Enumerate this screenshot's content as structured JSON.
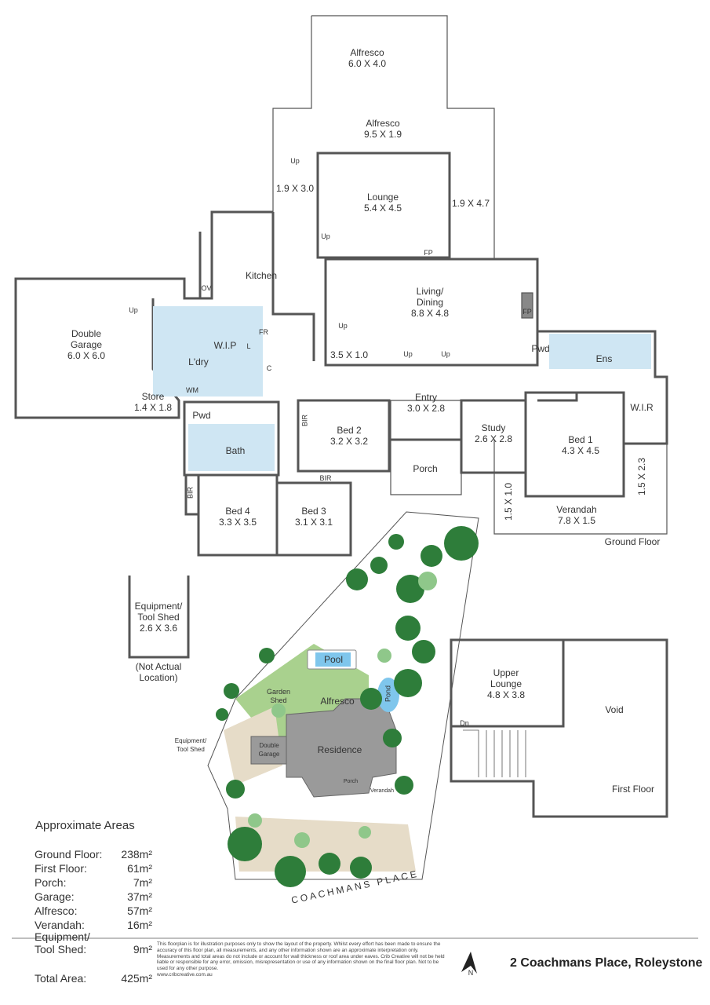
{
  "ground_floor": {
    "title": "Ground Floor",
    "rooms": {
      "alfresco_top": {
        "name": "Alfresco",
        "size": "6.0 X 4.0"
      },
      "alfresco_mid": {
        "name": "Alfresco",
        "size": "9.5 X 1.9"
      },
      "lounge": {
        "name": "Lounge",
        "size": "5.4 X 4.5"
      },
      "terrace_left": {
        "size": "1.9 X 3.0"
      },
      "terrace_right": {
        "size": "1.9 X 4.7"
      },
      "kitchen": {
        "name": "Kitchen"
      },
      "living_dining": {
        "name": "Living/\nDining",
        "size": "8.8 X 4.8"
      },
      "double_garage": {
        "name": "Double\nGarage",
        "size": "6.0 X 6.0"
      },
      "store": {
        "name": "Store",
        "size": "1.4 X 1.8"
      },
      "laundry": {
        "name": "L'dry"
      },
      "wip": {
        "name": "W.I.P"
      },
      "pwd_left": {
        "name": "Pwd"
      },
      "pwd_right": {
        "name": "Pwd"
      },
      "bath": {
        "name": "Bath"
      },
      "ens": {
        "name": "Ens"
      },
      "wir": {
        "name": "W.I.R"
      },
      "hall": {
        "size": "3.5 X 1.0"
      },
      "entry": {
        "name": "Entry",
        "size": "3.0 X 2.8"
      },
      "study": {
        "name": "Study",
        "size": "2.6 X 2.8"
      },
      "bed1": {
        "name": "Bed 1",
        "size": "4.3 X 4.5"
      },
      "bed2": {
        "name": "Bed 2",
        "size": "3.2 X 3.2"
      },
      "bed3": {
        "name": "Bed 3",
        "size": "3.1 X 3.1"
      },
      "bed4": {
        "name": "Bed 4",
        "size": "3.3 X 3.5"
      },
      "porch": {
        "name": "Porch"
      },
      "verandah": {
        "name": "Verandah",
        "size": "7.8 X 1.5"
      },
      "side_left": {
        "size": "1.5 X 1.0"
      },
      "side_right": {
        "size": "1.5 X 2.3"
      }
    },
    "labels": {
      "up": "Up",
      "fp": "FP",
      "fr": "FR",
      "l": "L",
      "c": "C",
      "ov": "OV",
      "wm": "WM",
      "bir": "BIR"
    }
  },
  "shed": {
    "name": "Equipment/\nTool Shed",
    "size": "2.6 X 3.6",
    "note": "(Not Actual\nLocation)"
  },
  "first_floor": {
    "title": "First Floor",
    "upper_lounge": {
      "name": "Upper\nLounge",
      "size": "4.8 X 3.8"
    },
    "void": "Void",
    "dn": "Dn"
  },
  "site": {
    "pool": "Pool",
    "pond": "Pond",
    "alfresco": "Alfresco",
    "residence": "Residence",
    "garden_shed": "Garden\nShed",
    "equipment_shed": "Equipment/\nTool Shed",
    "double_garage": "Double\nGarage",
    "porch": "Porch",
    "verandah": "Verandah",
    "street": "COACHMANS PLACE"
  },
  "areas": {
    "title": "Approximate Areas",
    "rows": [
      {
        "label": "Ground Floor:",
        "value": "238m²"
      },
      {
        "label": "First Floor:",
        "value": "61m²"
      },
      {
        "label": "Porch:",
        "value": "7m²"
      },
      {
        "label": "Garage:",
        "value": "37m²"
      },
      {
        "label": "Alfresco:",
        "value": "57m²"
      },
      {
        "label": "Verandah:",
        "value": "16m²"
      },
      {
        "label": "Equipment/\nTool Shed:",
        "value": "9m²"
      },
      {
        "label": "Total Area:",
        "value": "425m²"
      }
    ]
  },
  "disclaimer": "This floorplan is for illustration purposes only to show the layout of the property. Whilst every effort has been made to ensure the accuracy of this floor plan, all measurements, and any other information shown are an approximate interpretation only. Measurements and total areas do not include or account for wall thickness or roof area under eaves. Crib Creative will not be held liable or responsible for any error, omission, misrepresentation or use of any information shown on the final floor plan. Not to be used for any other purpose.\nwww.cribcreative.com.au",
  "address": "2 Coachmans Place, Roleystone",
  "compass": "N",
  "colors": {
    "wall": "#555555",
    "wet": "#cfe6f3",
    "tree_dark": "#2e7d3a",
    "tree_light": "#8fc78a",
    "lawn": "#a9d18e",
    "path": "#e6dcc8",
    "roof": "#9a9a9a"
  }
}
